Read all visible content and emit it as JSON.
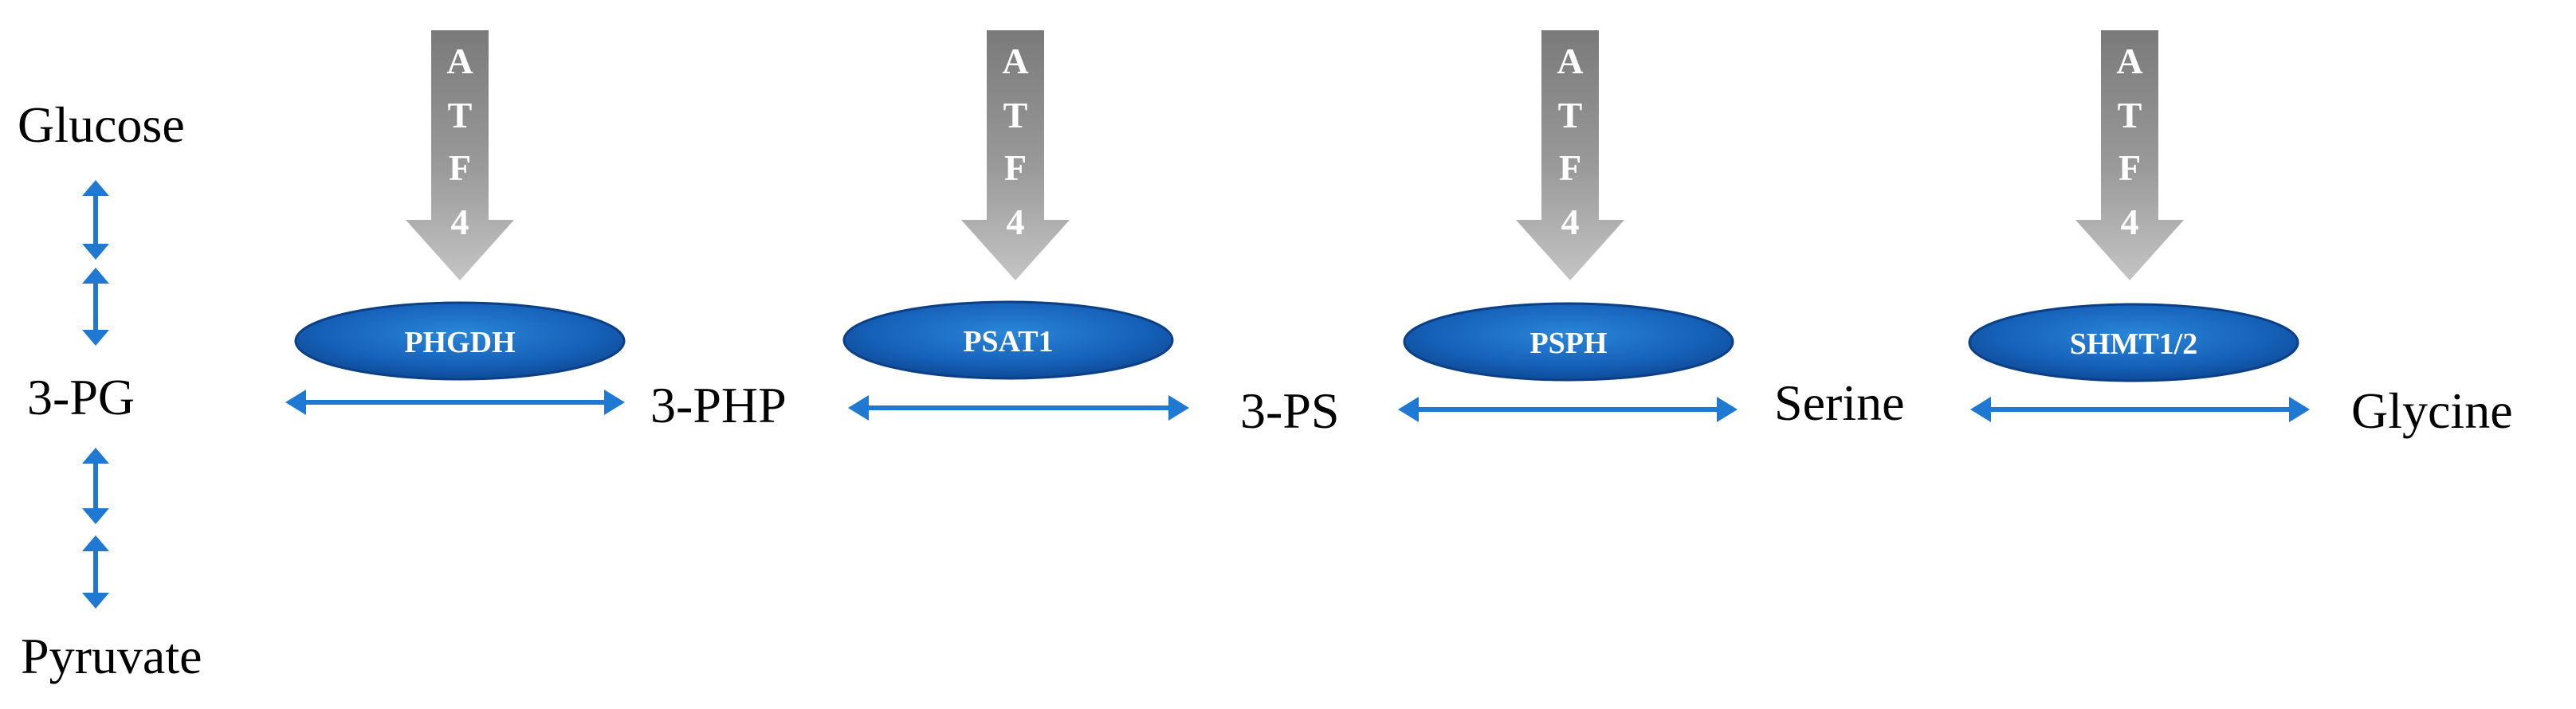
{
  "metabolites": {
    "glucose": "Glucose",
    "pg3": "3-PG",
    "pyruvate": "Pyruvate",
    "php3": "3-PHP",
    "ps3": "3-PS",
    "serine": "Serine",
    "glycine": "Glycine"
  },
  "enzymes": [
    "PHGDH",
    "PSAT1",
    "PSPH",
    "SHMT1/2"
  ],
  "regulator": {
    "letters": [
      "A",
      "T",
      "F",
      "4"
    ]
  },
  "colors": {
    "arrow_blue": "#1f78d1",
    "enzyme_dark": "#0b3f86",
    "enzyme_light": "#1f6fc6",
    "regulator_gray": "#8f8f8f"
  }
}
